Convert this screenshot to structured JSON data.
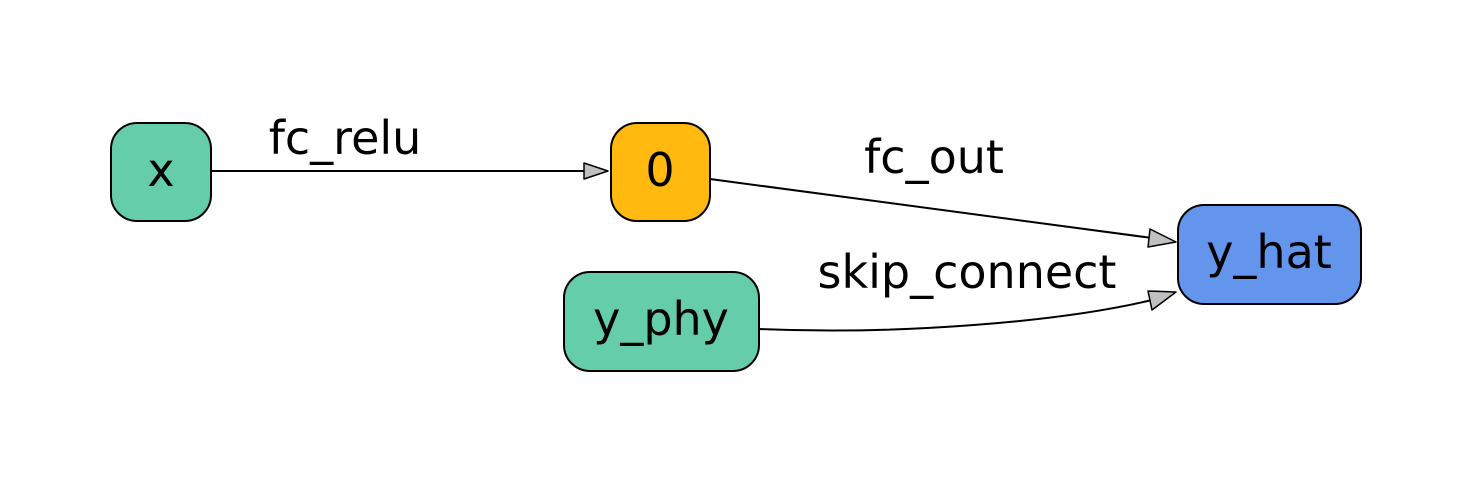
{
  "nodes": {
    "x": {
      "label": "x",
      "color": "#66cdaa"
    },
    "zero": {
      "label": "0",
      "color": "#ffb90f"
    },
    "y_phy": {
      "label": "y_phy",
      "color": "#66cdaa"
    },
    "y_hat": {
      "label": "y_hat",
      "color": "#6495ed"
    }
  },
  "edges": {
    "fc_relu": {
      "label": "fc_relu",
      "from": "x",
      "to": "0"
    },
    "fc_out": {
      "label": "fc_out",
      "from": "0",
      "to": "y_hat"
    },
    "skip_connect": {
      "label": "skip_connect",
      "from": "y_phy",
      "to": "y_hat"
    }
  },
  "colors": {
    "arrowhead": "#c0c0c0",
    "stroke": "#000000"
  }
}
